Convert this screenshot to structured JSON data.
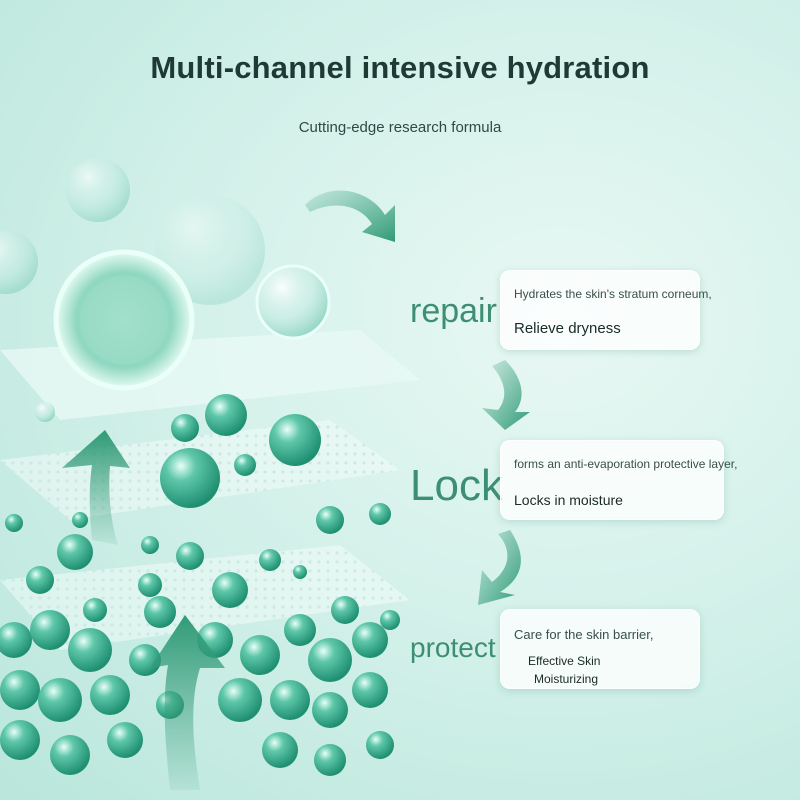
{
  "header": {
    "title": "Multi-channel intensive hydration",
    "subtitle": "Cutting-edge research formula"
  },
  "steps": [
    {
      "label": "repair",
      "line1": "Hydrates the skin's stratum corneum,",
      "line2": "Relieve dryness"
    },
    {
      "label": "Lock",
      "line1": "forms an anti-evaporation protective layer,",
      "line2": "Locks in moisture"
    },
    {
      "label": "protect",
      "line1": "Care for the skin barrier,",
      "line2": "Effective Skin",
      "line3": "Moisturizing"
    }
  ],
  "colors": {
    "accent": "#3d8f73",
    "bubble": "#2fa589",
    "arrow": "#4aa988",
    "background": "#d4f1ea"
  }
}
